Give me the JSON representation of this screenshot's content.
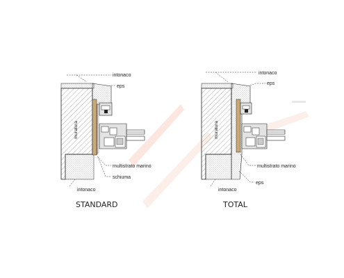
{
  "colors": {
    "line": "#222222",
    "wall_hatch": "#9a9a9a",
    "plaster_dots": "#777777",
    "eps_fill": "#e9e9e9",
    "plywood": "#c9a978",
    "foam": "#ead6b4",
    "frame_fill": "#e3e3e3",
    "watermark": "#fbe7df"
  },
  "diagrams": [
    {
      "title": "STANDARD",
      "wall_label": "muratura",
      "labels": {
        "plaster_top": "intonaco",
        "eps": "eps",
        "plywood": "multistrato marino",
        "foam": "schiuma",
        "plaster_bottom": "intonaco"
      }
    },
    {
      "title": "TOTAL",
      "wall_label": "muratura",
      "labels": {
        "plaster_top": "intonaco",
        "eps_top": "eps",
        "plywood": "multistrato marino",
        "eps_bottom": "eps",
        "plaster_bottom": "intonaco"
      }
    }
  ]
}
